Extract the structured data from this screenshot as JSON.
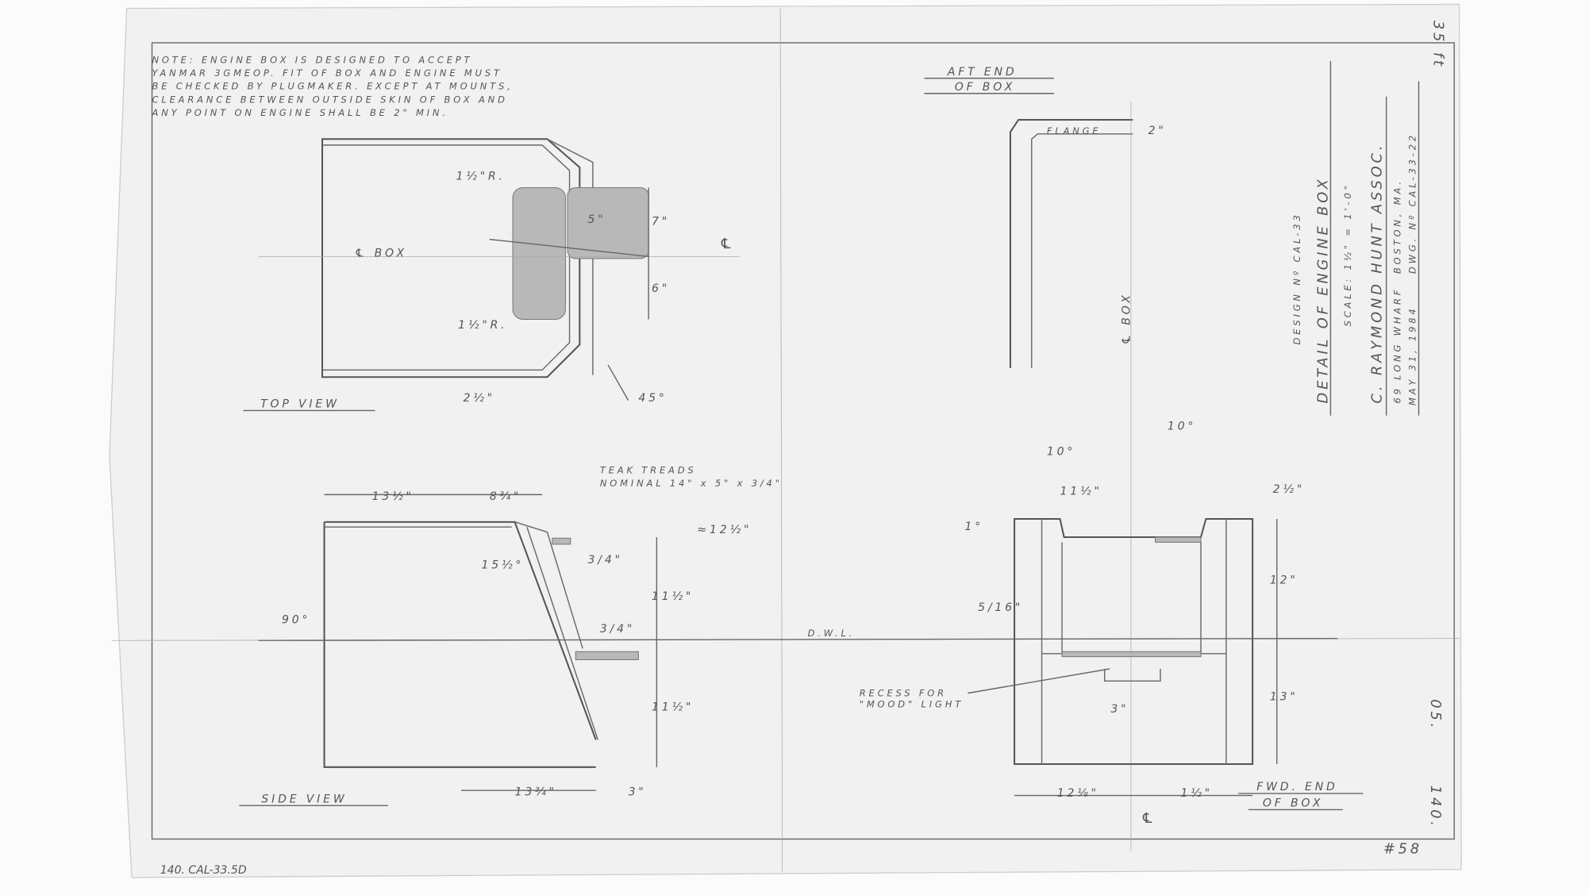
{
  "note": {
    "lines": [
      "NOTE: ENGINE BOX IS DESIGNED TO ACCEPT",
      "YANMAR 3GMEOP. FIT OF BOX AND ENGINE MUST",
      "BE CHECKED BY PLUGMAKER. EXCEPT AT MOUNTS,",
      "CLEARANCE BETWEEN OUTSIDE SKIN OF BOX AND",
      "ANY POINT ON ENGINE SHALL BE 2\" MIN."
    ]
  },
  "top_view": {
    "title": "TOP VIEW",
    "labels": {
      "r1": "1½\"R.",
      "r2": "1½\"R.",
      "d5": "5\"",
      "d7": "7\"",
      "d6": "6\"",
      "cl_box": "℄ BOX",
      "cl": "℄",
      "d2half": "2½\"",
      "a45": "45°"
    }
  },
  "aft_end": {
    "title1": "AFT END",
    "title2": "OF BOX",
    "flange": "FLANGE",
    "flange_dim": "2\"",
    "cl_box": "℄ BOX"
  },
  "side_view": {
    "title": "SIDE VIEW",
    "treads1": "TEAK TREADS",
    "treads2": "NOMINAL 14\" x 5\" x 3/4\"",
    "labels": {
      "d13h": "13½\"",
      "d8q": "8¾\"",
      "d12h": "≈12½\"",
      "d34a": "3/4\"",
      "a15h": "15½°",
      "d11a": "11½\"",
      "a90": "90°",
      "d34b": "3/4\"",
      "dwl": "D.W.L.",
      "d11b": "11½\"",
      "d13q": "13¾\"",
      "d3": "3\""
    }
  },
  "fwd_end": {
    "title1": "FWD. END",
    "title2": "OF BOX",
    "labels": {
      "a10a": "10°",
      "a10b": "10°",
      "d11h": "11½\"",
      "d2h": "2½\"",
      "a1": "1°",
      "d12": "12\"",
      "d516": "5/16\"",
      "recess1": "RECESS FOR",
      "recess2": "\"MOOD\" LIGHT",
      "d3": "3\"",
      "d13": "13\"",
      "d12e": "12⅛\"",
      "d1h": "1½\"",
      "cl": "℄"
    }
  },
  "title_block": {
    "design_no": "DESIGN Nº CAL-33",
    "title": "DETAIL OF ENGINE BOX",
    "scale": "SCALE: 1½\" = 1'-0\"",
    "firm": "C. RAYMOND HUNT ASSOC.",
    "address": "69 LONG WHARF",
    "city": "BOSTON, MA.",
    "date": "MAY 31, 1984",
    "dwg_no": "DWG. Nº CAL-33-22"
  },
  "margin_marks": {
    "top_right": "35 ft",
    "right_mid": "05.",
    "right_low": "140.",
    "sheet": "#58",
    "bottom_left": "140. CAL-33.5D"
  }
}
